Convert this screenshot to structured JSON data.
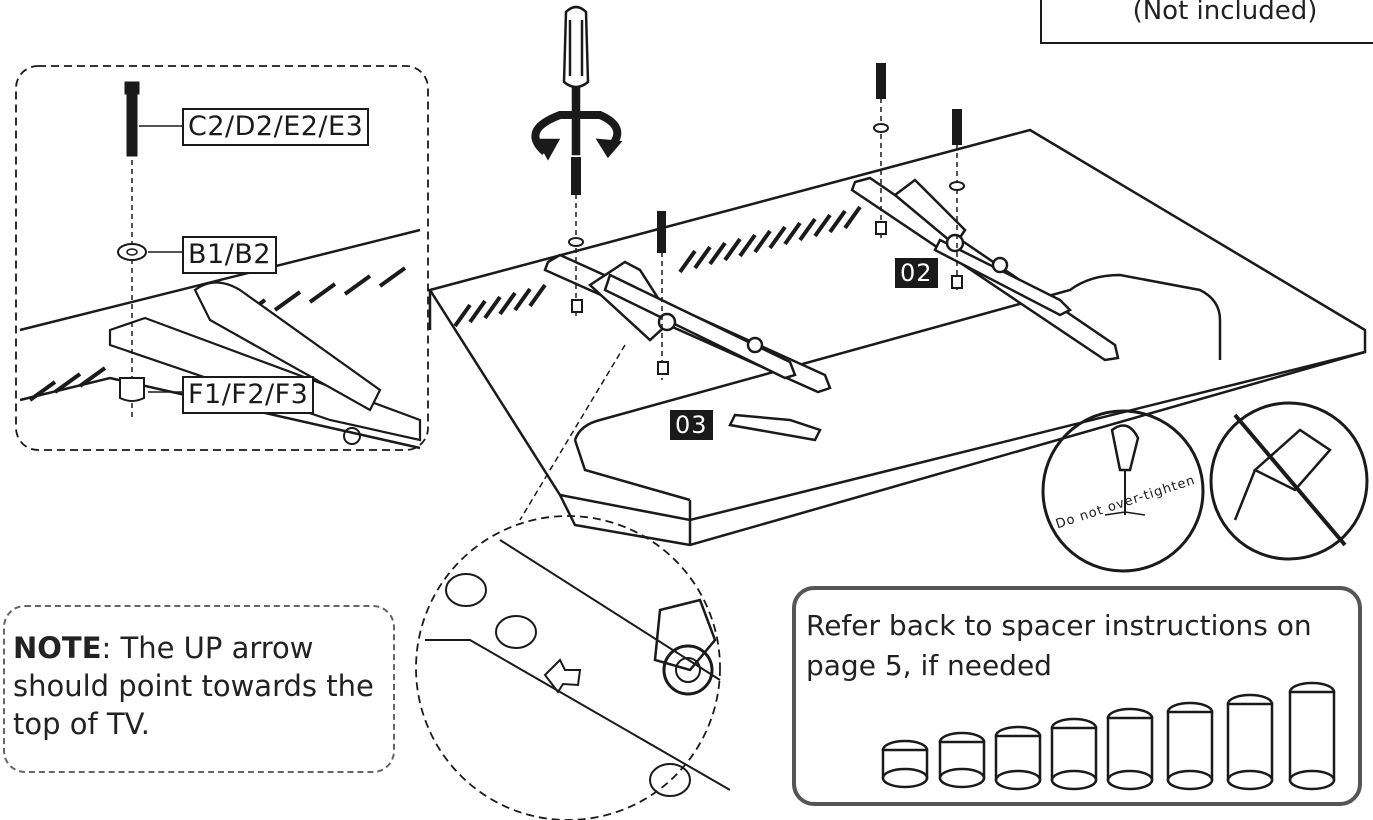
{
  "labels": {
    "screw": "C2/D2/E2/E3",
    "washer": "B1/B2",
    "spacer": "F1/F2/F3"
  },
  "steps": {
    "left_bracket": "03",
    "right_bracket": "02"
  },
  "tool_note": "(Not included)",
  "note": {
    "title": "NOTE",
    "body": ": The UP arrow should point towards the top of TV."
  },
  "spacer_ref": "Refer back to spacer instructions on page 5, if needed",
  "warning": "Do not over-tighten",
  "colors": {
    "ink": "#1a1a1a",
    "box_border": "#555555",
    "dashed": "#666666"
  }
}
